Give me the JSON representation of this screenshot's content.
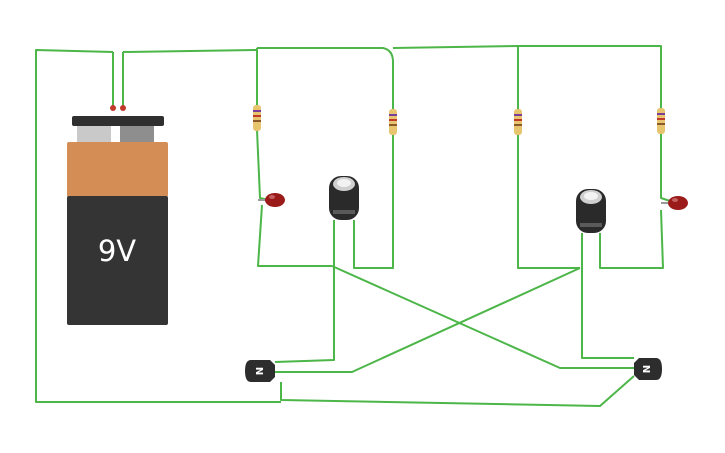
{
  "battery": {
    "label": "9V"
  },
  "transistors": [
    {
      "id": "q1",
      "label": "N"
    },
    {
      "id": "q2",
      "label": "N"
    }
  ],
  "colors": {
    "wire": "#4cb648",
    "battery_top": "#d38d55",
    "battery_body": "#343434",
    "battery_cap": "#2f2f2f",
    "terminal_light": "#c9c9c9",
    "terminal_dark": "#8e8e8e",
    "resistor_body": "#e7c56e",
    "led": "#9b1b1b",
    "capacitor": "#2a2a2a",
    "transistor": "#2d2d2d"
  }
}
